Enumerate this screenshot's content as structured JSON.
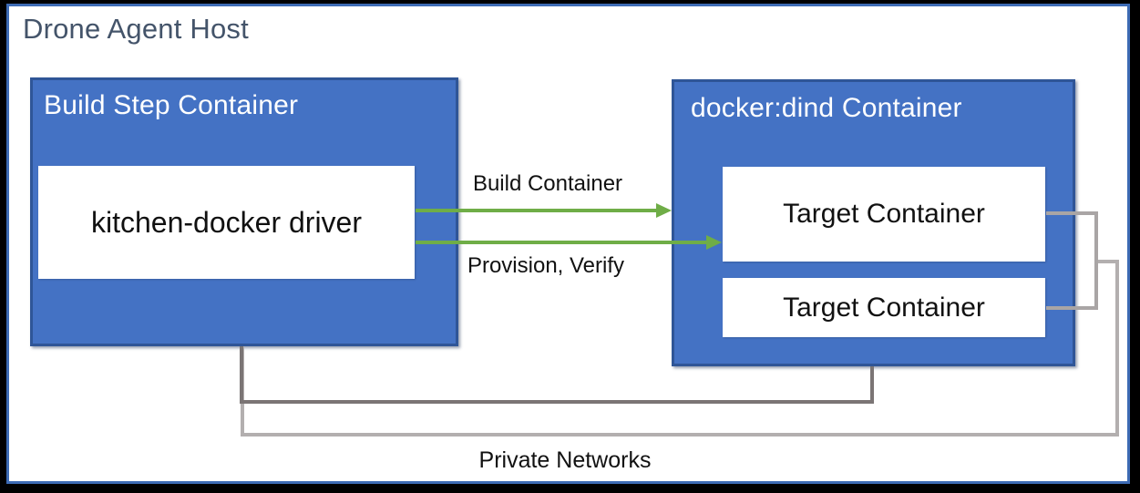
{
  "title": "Drone Agent Host",
  "build_step": {
    "label": "Build Step Container",
    "driver": "kitchen-docker driver"
  },
  "dind": {
    "label": "docker:dind Container",
    "target1": "Target Container",
    "target2": "Target Container"
  },
  "arrows": {
    "build": "Build Container",
    "provision": "Provision, Verify"
  },
  "footer": {
    "private_networks": "Private Networks"
  },
  "colors": {
    "blue_fill": "#4472C4",
    "blue_border": "#2F5597",
    "outer_border": "#3D6BB4",
    "title_text": "#44546A",
    "green": "#6FAD47",
    "gray_dark": "#7B7575",
    "gray_light": "#B3AFAF",
    "gray_bracket": "#A9A5A5"
  }
}
